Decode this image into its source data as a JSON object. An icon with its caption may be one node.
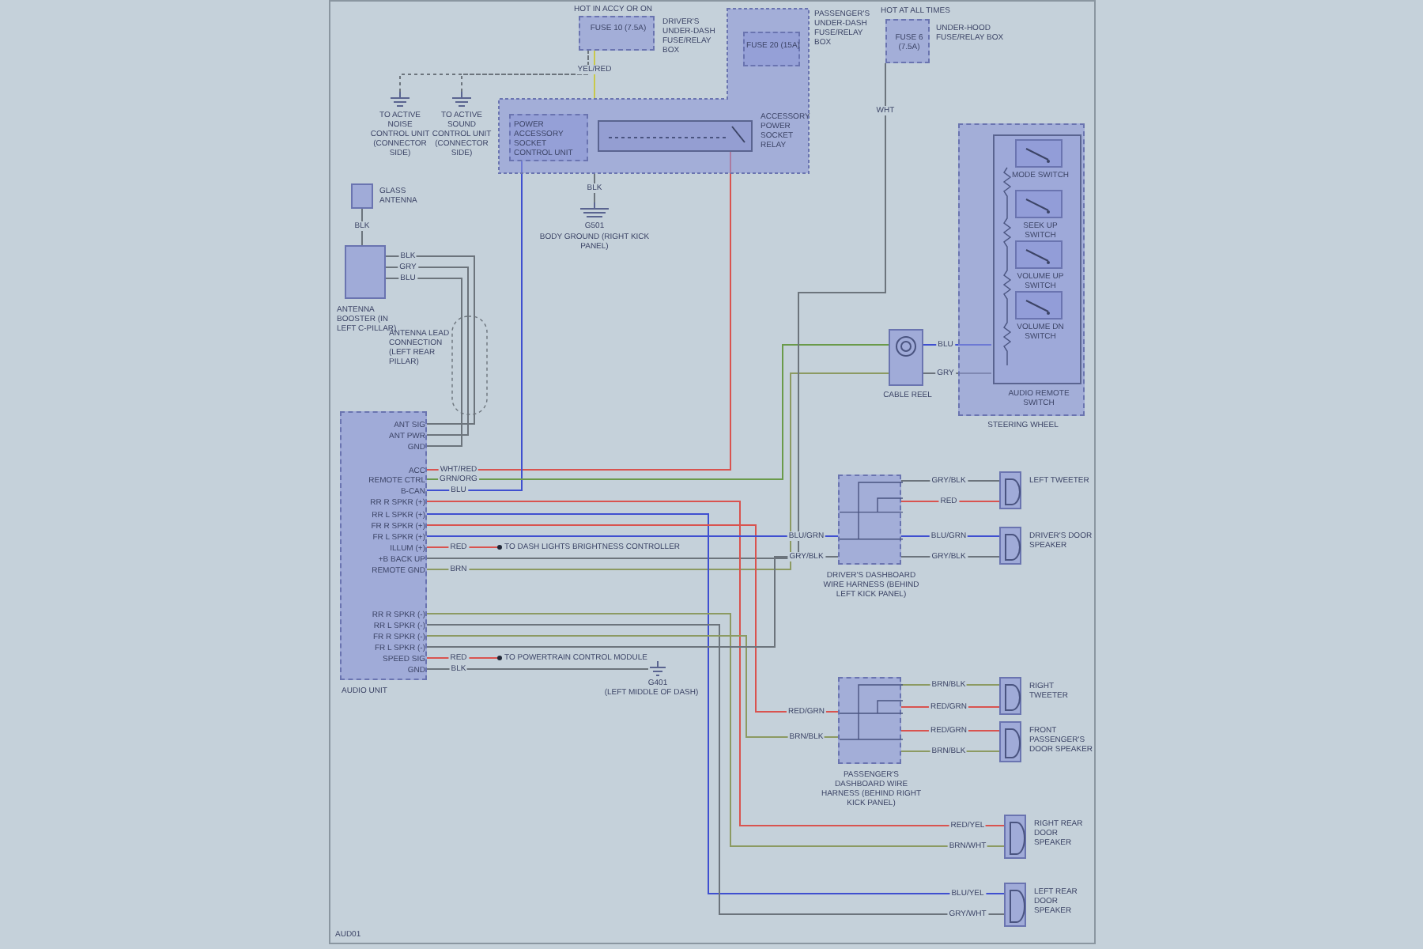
{
  "diagram": {
    "nodes": [
      {
        "text": [
          "HOT IN ACCY OR ON",
          "FUSE 10 (7.5A)",
          "DRIVER'S UNDER-DASH FUSE/RELAY BOX"
        ]
      },
      {
        "text": [
          "PASSENGER'S UNDER-DASH FUSE/RELAY BOX"
        ]
      },
      {
        "text": [
          "FUSE 20 (15A)"
        ],
        "in": 1
      },
      {
        "text": [
          "POWER ACCESSORY SOCKET CONTROL UNIT"
        ],
        "in": 1
      },
      {
        "text": [
          "ACCESSORY POWER SOCKET RELAY"
        ],
        "in": 1
      },
      {
        "text": [
          "HOT AT ALL TIMES",
          "FUSE 6 (7.5A)",
          "UNDER-HOOD FUSE/RELAY BOX"
        ]
      },
      {
        "text": [
          "G501",
          "BODY GROUND (RIGHT KICK PANEL)"
        ]
      },
      {
        "text": [
          "TO ACTIVE NOISE CONTROL UNIT (CONNECTOR SIDE)"
        ]
      },
      {
        "text": [
          "TO ACTIVE SOUND CONTROL UNIT (CONNECTOR SIDE)"
        ]
      },
      {
        "text": [
          "GLASS ANTENNA"
        ]
      },
      {
        "text": [
          "ANTENNA BOOSTER (IN LEFT C-PILLAR)"
        ]
      },
      {
        "text": [
          "ANT SIG",
          "ANT PWR",
          "GND",
          "ACC",
          "REMOTE CTRL",
          "B-CAN",
          "RR R SPKR (+)",
          "RR L SPKR (+)",
          "FR R SPKR (+)",
          "FR L SPKR (+)",
          "ILLUM (+)",
          "+B BACK UP",
          "REMOTE GND",
          "RR R SPKR (-)",
          "RR L SPKR (-)",
          "FR R SPKR (-)",
          "FR L SPKR (-)",
          "SPEED SIG",
          "GND",
          "AUDIO UNIT"
        ]
      },
      {
        "text": [
          "CABLE REEL"
        ]
      },
      {
        "text": [
          "STEERING WHEEL"
        ]
      },
      {
        "text": [
          "AUDIO REMOTE SWITCH"
        ],
        "in": 13
      },
      {
        "text": [
          "MODE SWITCH"
        ],
        "in": 14
      },
      {
        "text": [
          "SEEK UP SWITCH"
        ],
        "in": 14
      },
      {
        "text": [
          "VOLUME UP SWITCH"
        ],
        "in": 14
      },
      {
        "text": [
          "VOLUME DN SWITCH"
        ],
        "in": 14
      },
      {
        "text": [
          "DRIVER'S DASHBOARD WIRE HARNESS (BEHIND LEFT KICK PANEL)"
        ]
      },
      {
        "text": [
          "LEFT TWEETER"
        ]
      },
      {
        "text": [
          "DRIVER'S DOOR SPEAKER"
        ]
      },
      {
        "text": [
          "PASSENGER'S DASHBOARD WIRE HARNESS (BEHIND RIGHT KICK PANEL)"
        ]
      },
      {
        "text": [
          "RIGHT TWEETER"
        ]
      },
      {
        "text": [
          "FRONT PASSENGER'S DOOR SPEAKER"
        ]
      },
      {
        "text": [
          "RIGHT REAR DOOR SPEAKER"
        ]
      },
      {
        "text": [
          "LEFT REAR DOOR SPEAKER"
        ]
      },
      {
        "text": [
          "G401",
          "(LEFT MIDDLE OF DASH)"
        ]
      },
      {
        "text": [
          "TO DASH LIGHTS BRIGHTNESS CONTROLLER"
        ]
      },
      {
        "text": [
          "TO POWERTRAIN CONTROL MODULE"
        ]
      }
    ],
    "edges": [
      {
        "from": 0,
        "to": 1,
        "arrow": "none",
        "label": "YEL/RED",
        "color": "#c8c84a"
      },
      {
        "from": 1,
        "to": 6,
        "arrow": "none",
        "label": "BLK"
      },
      {
        "from": 7,
        "to": 0,
        "arrow": "none",
        "style": "dashed"
      },
      {
        "from": 8,
        "to": 0,
        "arrow": "none",
        "style": "dashed"
      },
      {
        "from": 9,
        "to": 10,
        "arrow": "none",
        "label": "BLK"
      },
      {
        "from": 10,
        "to": 11,
        "arrow": "none",
        "label": "BLK"
      },
      {
        "from": 10,
        "to": 11,
        "arrow": "none",
        "label": "GRY"
      },
      {
        "from": 10,
        "to": 11,
        "arrow": "none",
        "label": "BLU"
      },
      {
        "from": 4,
        "to": 11,
        "arrow": "none",
        "label": "WHT/RED",
        "color": "#d9534f"
      },
      {
        "from": 3,
        "to": 11,
        "arrow": "none",
        "label": "BLU",
        "color": "#3f4fd0"
      },
      {
        "from": 11,
        "to": 12,
        "arrow": "none",
        "label": "GRN/ORG",
        "color": "#6a9a4a"
      },
      {
        "from": 11,
        "to": 12,
        "arrow": "none",
        "label": "BRN",
        "color": "#8c9a62"
      },
      {
        "from": 12,
        "to": 14,
        "arrow": "none",
        "label": "BLU",
        "color": "#3f4fd0"
      },
      {
        "from": 12,
        "to": 14,
        "arrow": "none",
        "label": "GRY"
      },
      {
        "from": 5,
        "to": 11,
        "arrow": "none",
        "label": "WHT"
      },
      {
        "from": 11,
        "to": 25,
        "arrow": "none",
        "label": "RED/YEL",
        "color": "#d9534f"
      },
      {
        "from": 11,
        "to": 26,
        "arrow": "none",
        "label": "BLU/YEL",
        "color": "#3f4fd0"
      },
      {
        "from": 11,
        "to": 22,
        "arrow": "none",
        "label": "RED/GRN",
        "color": "#d9534f"
      },
      {
        "from": 11,
        "to": 19,
        "arrow": "none",
        "label": "BLU/GRN",
        "color": "#3f4fd0"
      },
      {
        "from": 11,
        "to": 28,
        "arrow": "other",
        "label": "RED",
        "color": "#d9534f"
      },
      {
        "from": 11,
        "to": 25,
        "arrow": "none",
        "label": "BRN/WHT",
        "color": "#8c9a62"
      },
      {
        "from": 11,
        "to": 26,
        "arrow": "none",
        "label": "GRY/WHT"
      },
      {
        "from": 11,
        "to": 22,
        "arrow": "none",
        "label": "BRN/BLK",
        "color": "#8c9a62"
      },
      {
        "from": 11,
        "to": 19,
        "arrow": "none",
        "label": "GRY/BLK"
      },
      {
        "from": 11,
        "to": 29,
        "arrow": "other",
        "label": "RED",
        "color": "#d9534f"
      },
      {
        "from": 11,
        "to": 27,
        "arrow": "none",
        "label": "BLK"
      },
      {
        "from": 19,
        "to": 20,
        "arrow": "none",
        "label": "GRY/BLK"
      },
      {
        "from": 19,
        "to": 20,
        "arrow": "none",
        "label": "RED",
        "color": "#d9534f"
      },
      {
        "from": 19,
        "to": 21,
        "arrow": "none",
        "label": "BLU/GRN",
        "color": "#3f4fd0"
      },
      {
        "from": 19,
        "to": 21,
        "arrow": "none",
        "label": "GRY/BLK"
      },
      {
        "from": 22,
        "to": 23,
        "arrow": "none",
        "label": "BRN/BLK",
        "color": "#8c9a62"
      },
      {
        "from": 22,
        "to": 23,
        "arrow": "none",
        "label": "RED/GRN",
        "color": "#d9534f"
      },
      {
        "from": 22,
        "to": 24,
        "arrow": "none",
        "label": "RED/GRN",
        "color": "#d9534f"
      },
      {
        "from": 22,
        "to": 24,
        "arrow": "none",
        "label": "BRN/BLK",
        "color": "#8c9a62"
      }
    ],
    "labels": [
      "ANTENNA LEAD CONNECTION (LEFT REAR PILLAR)",
      "AUD01"
    ]
  }
}
